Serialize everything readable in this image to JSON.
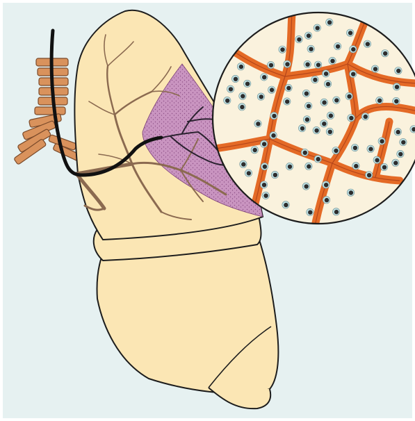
{
  "figure": {
    "labels": [],
    "colors": {
      "background": "#e6f1f1",
      "frame": "#ffffff",
      "lung": "#fbe6b4",
      "outline": "#1d1d1d",
      "trachea": "#d9925c",
      "bronchi": "#c49a78",
      "lavage_region": "#c994c0",
      "capillary": "#e46a26",
      "alveolar_space": "#faf2dd",
      "cell_nucleus": "#2d2d2d",
      "cell_ring": "#bfe1e4",
      "bronchoscope": "#111111"
    },
    "parts": [
      "trachea",
      "right-lung-upper-lobe",
      "right-lung-middle-lobe",
      "right-lung-lower-lobe",
      "bronchial-tree",
      "lavaged-segment",
      "bronchoscope",
      "alveoli-magnified-inset"
    ]
  }
}
